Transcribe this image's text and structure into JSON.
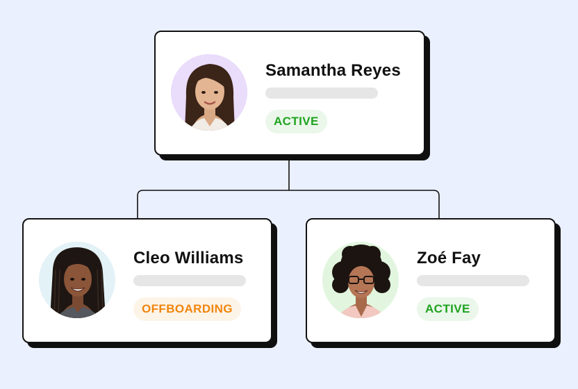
{
  "colors": {
    "background": "#ebf0ff",
    "card_border": "#111111",
    "active_text": "#1fa31f",
    "active_bg": "#eaf7ea",
    "offboarding_text": "#f0860c",
    "offboarding_bg": "#fdf4e8"
  },
  "root": {
    "name": "Samantha Reyes",
    "status": "ACTIVE",
    "status_type": "active",
    "avatar_icon": "person-photo-icon",
    "avatar_bg": "#eadcfb"
  },
  "children": [
    {
      "name": "Cleo Williams",
      "status": "OFFBOARDING",
      "status_type": "offboarding",
      "avatar_icon": "person-photo-icon",
      "avatar_bg": "#e3f2f6"
    },
    {
      "name": "Zoé Fay",
      "status": "ACTIVE",
      "status_type": "active",
      "avatar_icon": "person-photo-icon",
      "avatar_bg": "#e2f6df"
    }
  ]
}
